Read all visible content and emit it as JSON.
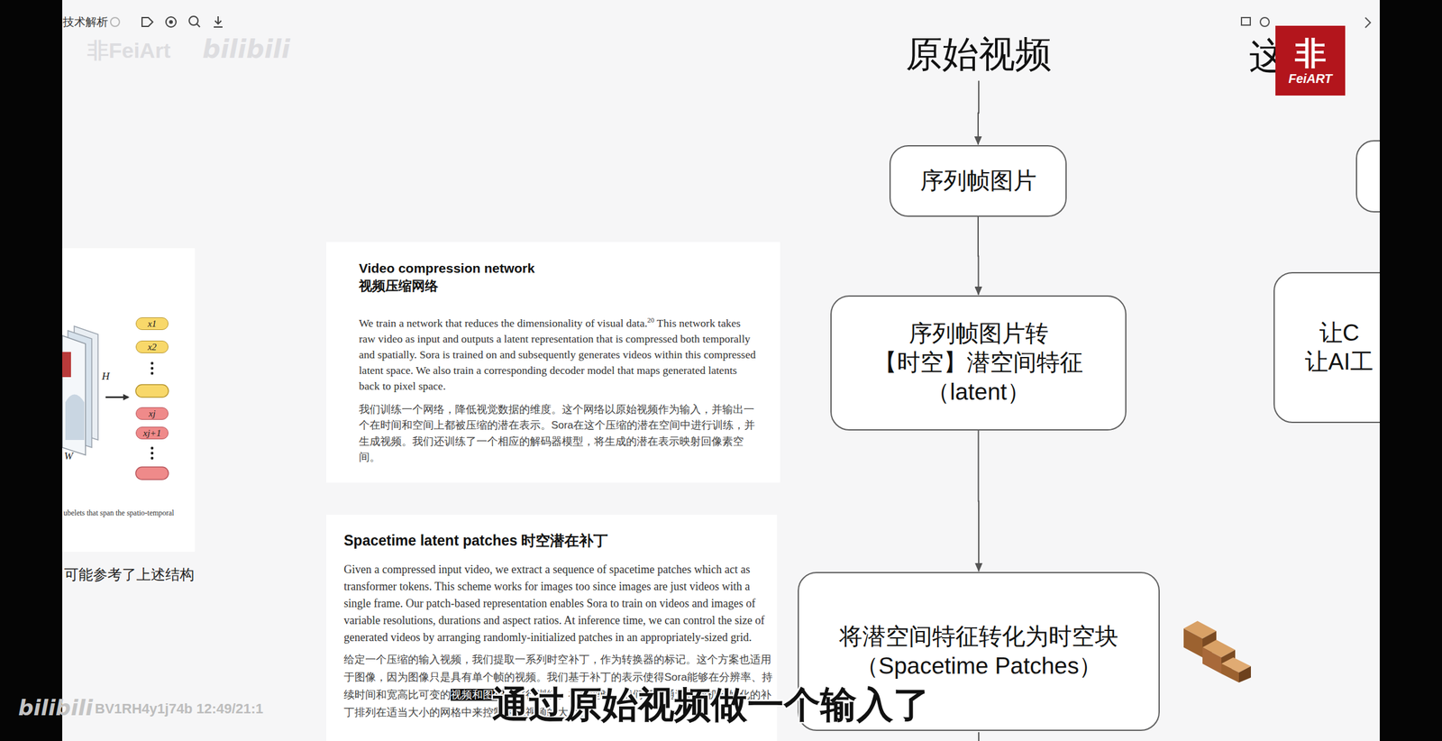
{
  "diagram": {
    "nodes": [
      {
        "text": [
          "x1"
        ]
      },
      {
        "text": [
          "x2"
        ]
      },
      {
        "text": [
          "xj"
        ]
      },
      {
        "text": [
          "xj+1"
        ]
      },
      {
        "text": [
          "原始视频"
        ]
      },
      {
        "text": [
          "序列帧图片"
        ]
      },
      {
        "text": [
          "序列帧图片转 【时空】潜空间特征 （latent）"
        ]
      },
      {
        "text": [
          "将潜空间特征转化为时空块 （Spacetime Patches）"
        ]
      },
      {
        "text": [
          "让C 让AI工"
        ]
      }
    ],
    "edges": [
      {
        "from": 4,
        "to": 5,
        "arrow": "to"
      },
      {
        "from": 5,
        "to": 6,
        "arrow": "to"
      },
      {
        "from": 6,
        "to": 7,
        "arrow": "to"
      }
    ],
    "labels": [
      "技术解析",
      "非FeiArt",
      "bilibili",
      "H",
      "W",
      "ubelets that span the spatio-temporal",
      "可能参考了上述结构",
      "Video compression network",
      "视频压缩网络",
      "We train a network that reduces the dimensionality of visual data.",
      "20",
      " This network takes raw video as input and outputs a latent representation that is compressed both temporally and spatially. Sora is trained on and subsequently generates videos within this compressed latent space. We also train a corresponding decoder model that maps generated latents back to pixel space.",
      "我们训练一个网络，降低视觉数据的维度。这个网络以原始视频作为输入，并输出一个在时间和空间上都被压缩的潜在表示。Sora在这个压缩的潜在空间中进行训练，并生成视频。我们还训练了一个相应的解码器模型，将生成的潜在表示映射回像素空间。",
      "Spacetime latent patches 时空潜在补丁",
      "Given a compressed input video, we extract a sequence of spacetime patches which act as transformer tokens. This scheme works for images too since images are just videos with a single frame. Our patch-based representation enables Sora to train on videos and images of variable resolutions, durations and aspect ratios. At inference time, we can control the size of generated videos by arranging randomly-initialized patches in an appropriately-sized grid.",
      "给定一个压缩的输入视频，我们提取一系列时空补丁，作为转换器的标记。这个方案也适用于图像，因为图像只是具有单个帧的视频。我们基于补丁的表示使得Sora能够在分辨率、持续时间和宽高比可变的",
      "视频和图像",
      "上进行训练。在推理时，我们可以通过将随机初始化的补丁排列在适当大小的网格中来控制生成视频的大小。",
      "通过原始视频做一个输入了",
      "这",
      "非",
      "FeiART",
      "bilibili",
      "BV1RH4y1j74b 12:49/21:1"
    ]
  }
}
